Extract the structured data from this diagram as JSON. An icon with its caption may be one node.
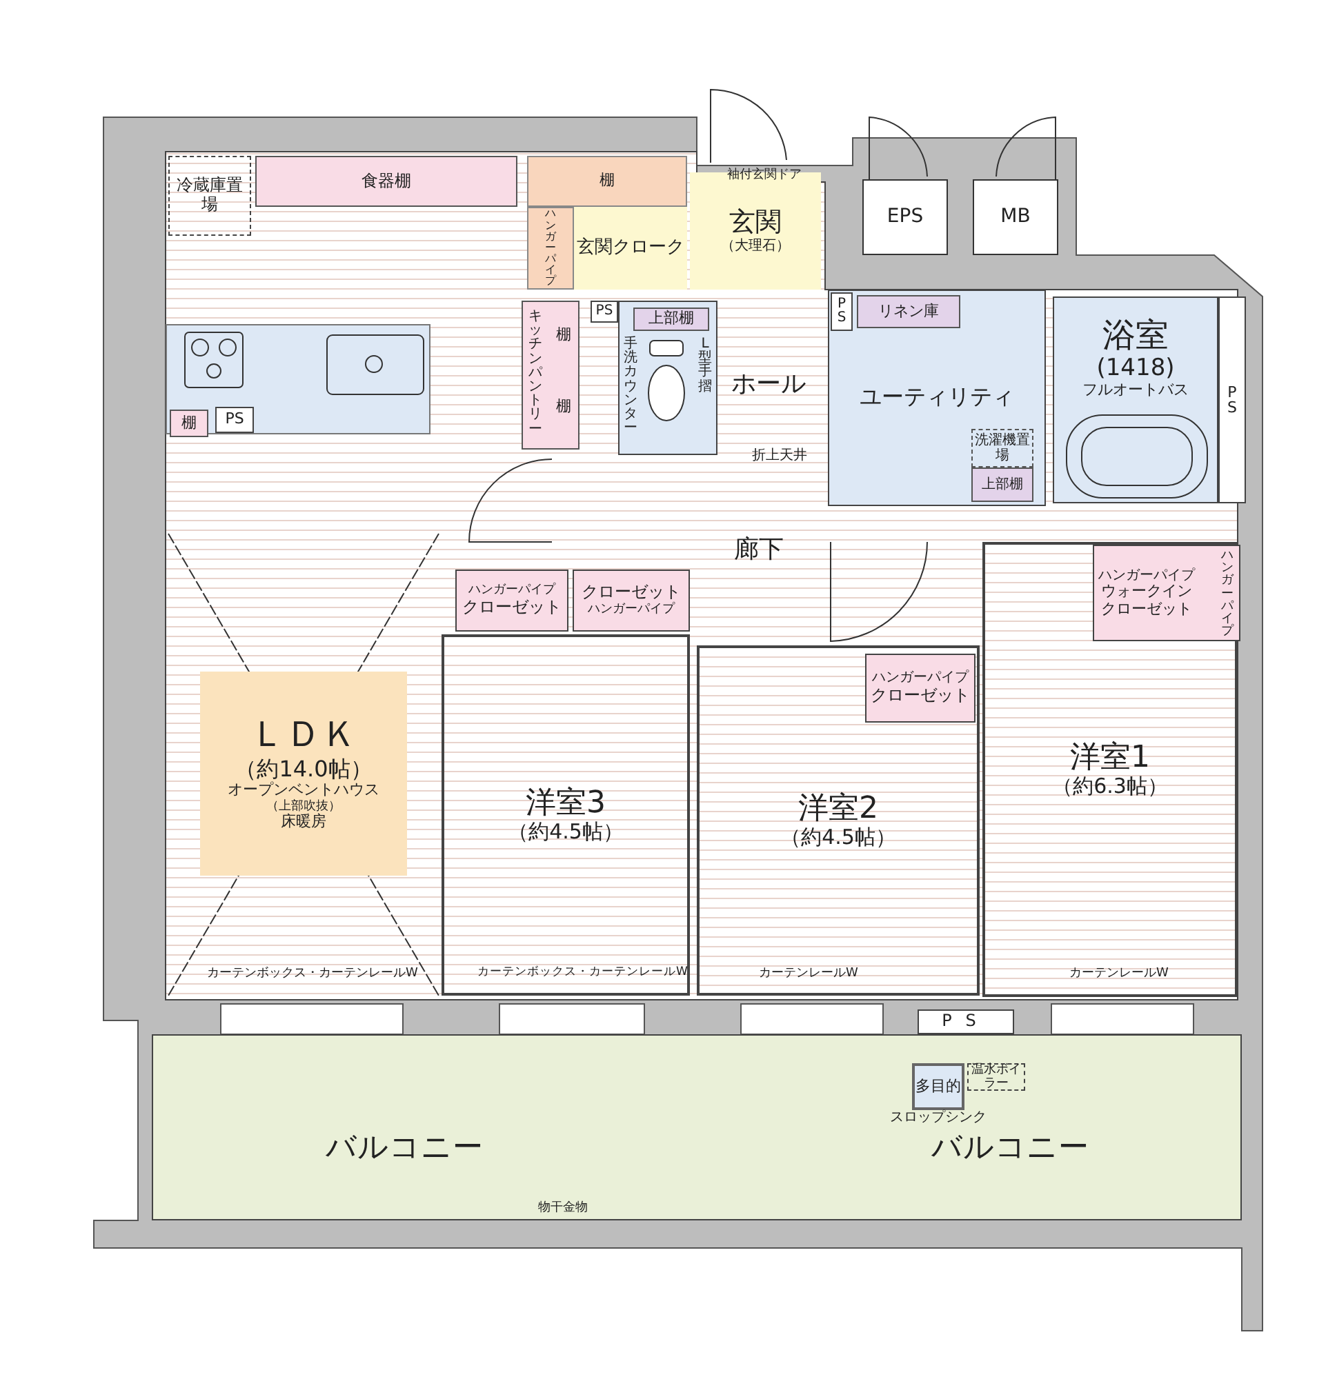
{
  "diagram": {
    "nodes": [
      {
        "text": [
          "冷蔵庫置場"
        ]
      },
      {
        "text": [
          "食器棚"
        ]
      },
      {
        "text": [],
        "shape": "box"
      },
      {
        "text": [
          "棚"
        ],
        "in": 2
      },
      {
        "text": [
          "PS"
        ],
        "in": 2
      },
      {
        "text": [
          "ＬＤＫ",
          "（約14.0帖）",
          "オープンベントハウス",
          "（上部吹抜）",
          "床暖房"
        ]
      },
      {
        "text": [
          "棚"
        ]
      },
      {
        "text": [
          "ハンガーパイプ"
        ]
      },
      {
        "text": [
          "玄関クローク"
        ]
      },
      {
        "text": [
          "玄関",
          "（大理石）"
        ]
      },
      {
        "text": [
          "キッチンパントリー",
          "棚",
          "棚"
        ]
      },
      {
        "text": [
          "PS"
        ]
      },
      {
        "text": [
          "手洗カウンター",
          "L型手摺"
        ]
      },
      {
        "text": [
          "上部棚"
        ],
        "in": 12
      },
      {
        "text": [
          "EPS"
        ]
      },
      {
        "text": [
          "MB"
        ]
      },
      {
        "text": [
          "ユーティリティ"
        ]
      },
      {
        "text": [
          "PS"
        ],
        "in": 16
      },
      {
        "text": [
          "リネン庫"
        ],
        "in": 16
      },
      {
        "text": [
          "洗濯機置場"
        ],
        "in": 16
      },
      {
        "text": [
          "上部棚"
        ],
        "in": 16
      },
      {
        "text": [
          "浴室",
          "(1418)",
          "フルオートバス"
        ]
      },
      {
        "text": [
          "PS"
        ]
      },
      {
        "text": [
          "ハンガーパイプ",
          "クローゼット"
        ]
      },
      {
        "text": [
          "クローゼット",
          "ハンガーパイプ"
        ]
      },
      {
        "text": [
          "洋室1",
          "（約6.3帖）"
        ]
      },
      {
        "text": [
          "ハンガーパイプ",
          "ウォークインクローゼット",
          "ハンガーパイプ"
        ],
        "in": 25
      },
      {
        "text": [
          "洋室3",
          "（約4.5帖）"
        ]
      },
      {
        "text": [
          "洋室2",
          "（約4.5帖）"
        ]
      },
      {
        "text": [
          "ハンガーパイプ",
          "クローゼット"
        ],
        "in": 28
      },
      {
        "text": [
          "PS"
        ]
      },
      {
        "text": [
          "バルコニー",
          "バルコニー"
        ]
      },
      {
        "text": [
          "多目的"
        ],
        "beside": [
          "スロップシンク"
        ],
        "in": 31
      },
      {
        "text": [
          "温水ボイラー"
        ],
        "in": 31
      }
    ],
    "labels": [
      "袖付玄関ドア",
      "ホール",
      "折上天井",
      "廊下",
      "カーテンボックス・カーテンレールW",
      "カーテンボックス・カーテンレールW",
      "カーテンレールW",
      "カーテンレールW",
      "物干金物"
    ]
  }
}
